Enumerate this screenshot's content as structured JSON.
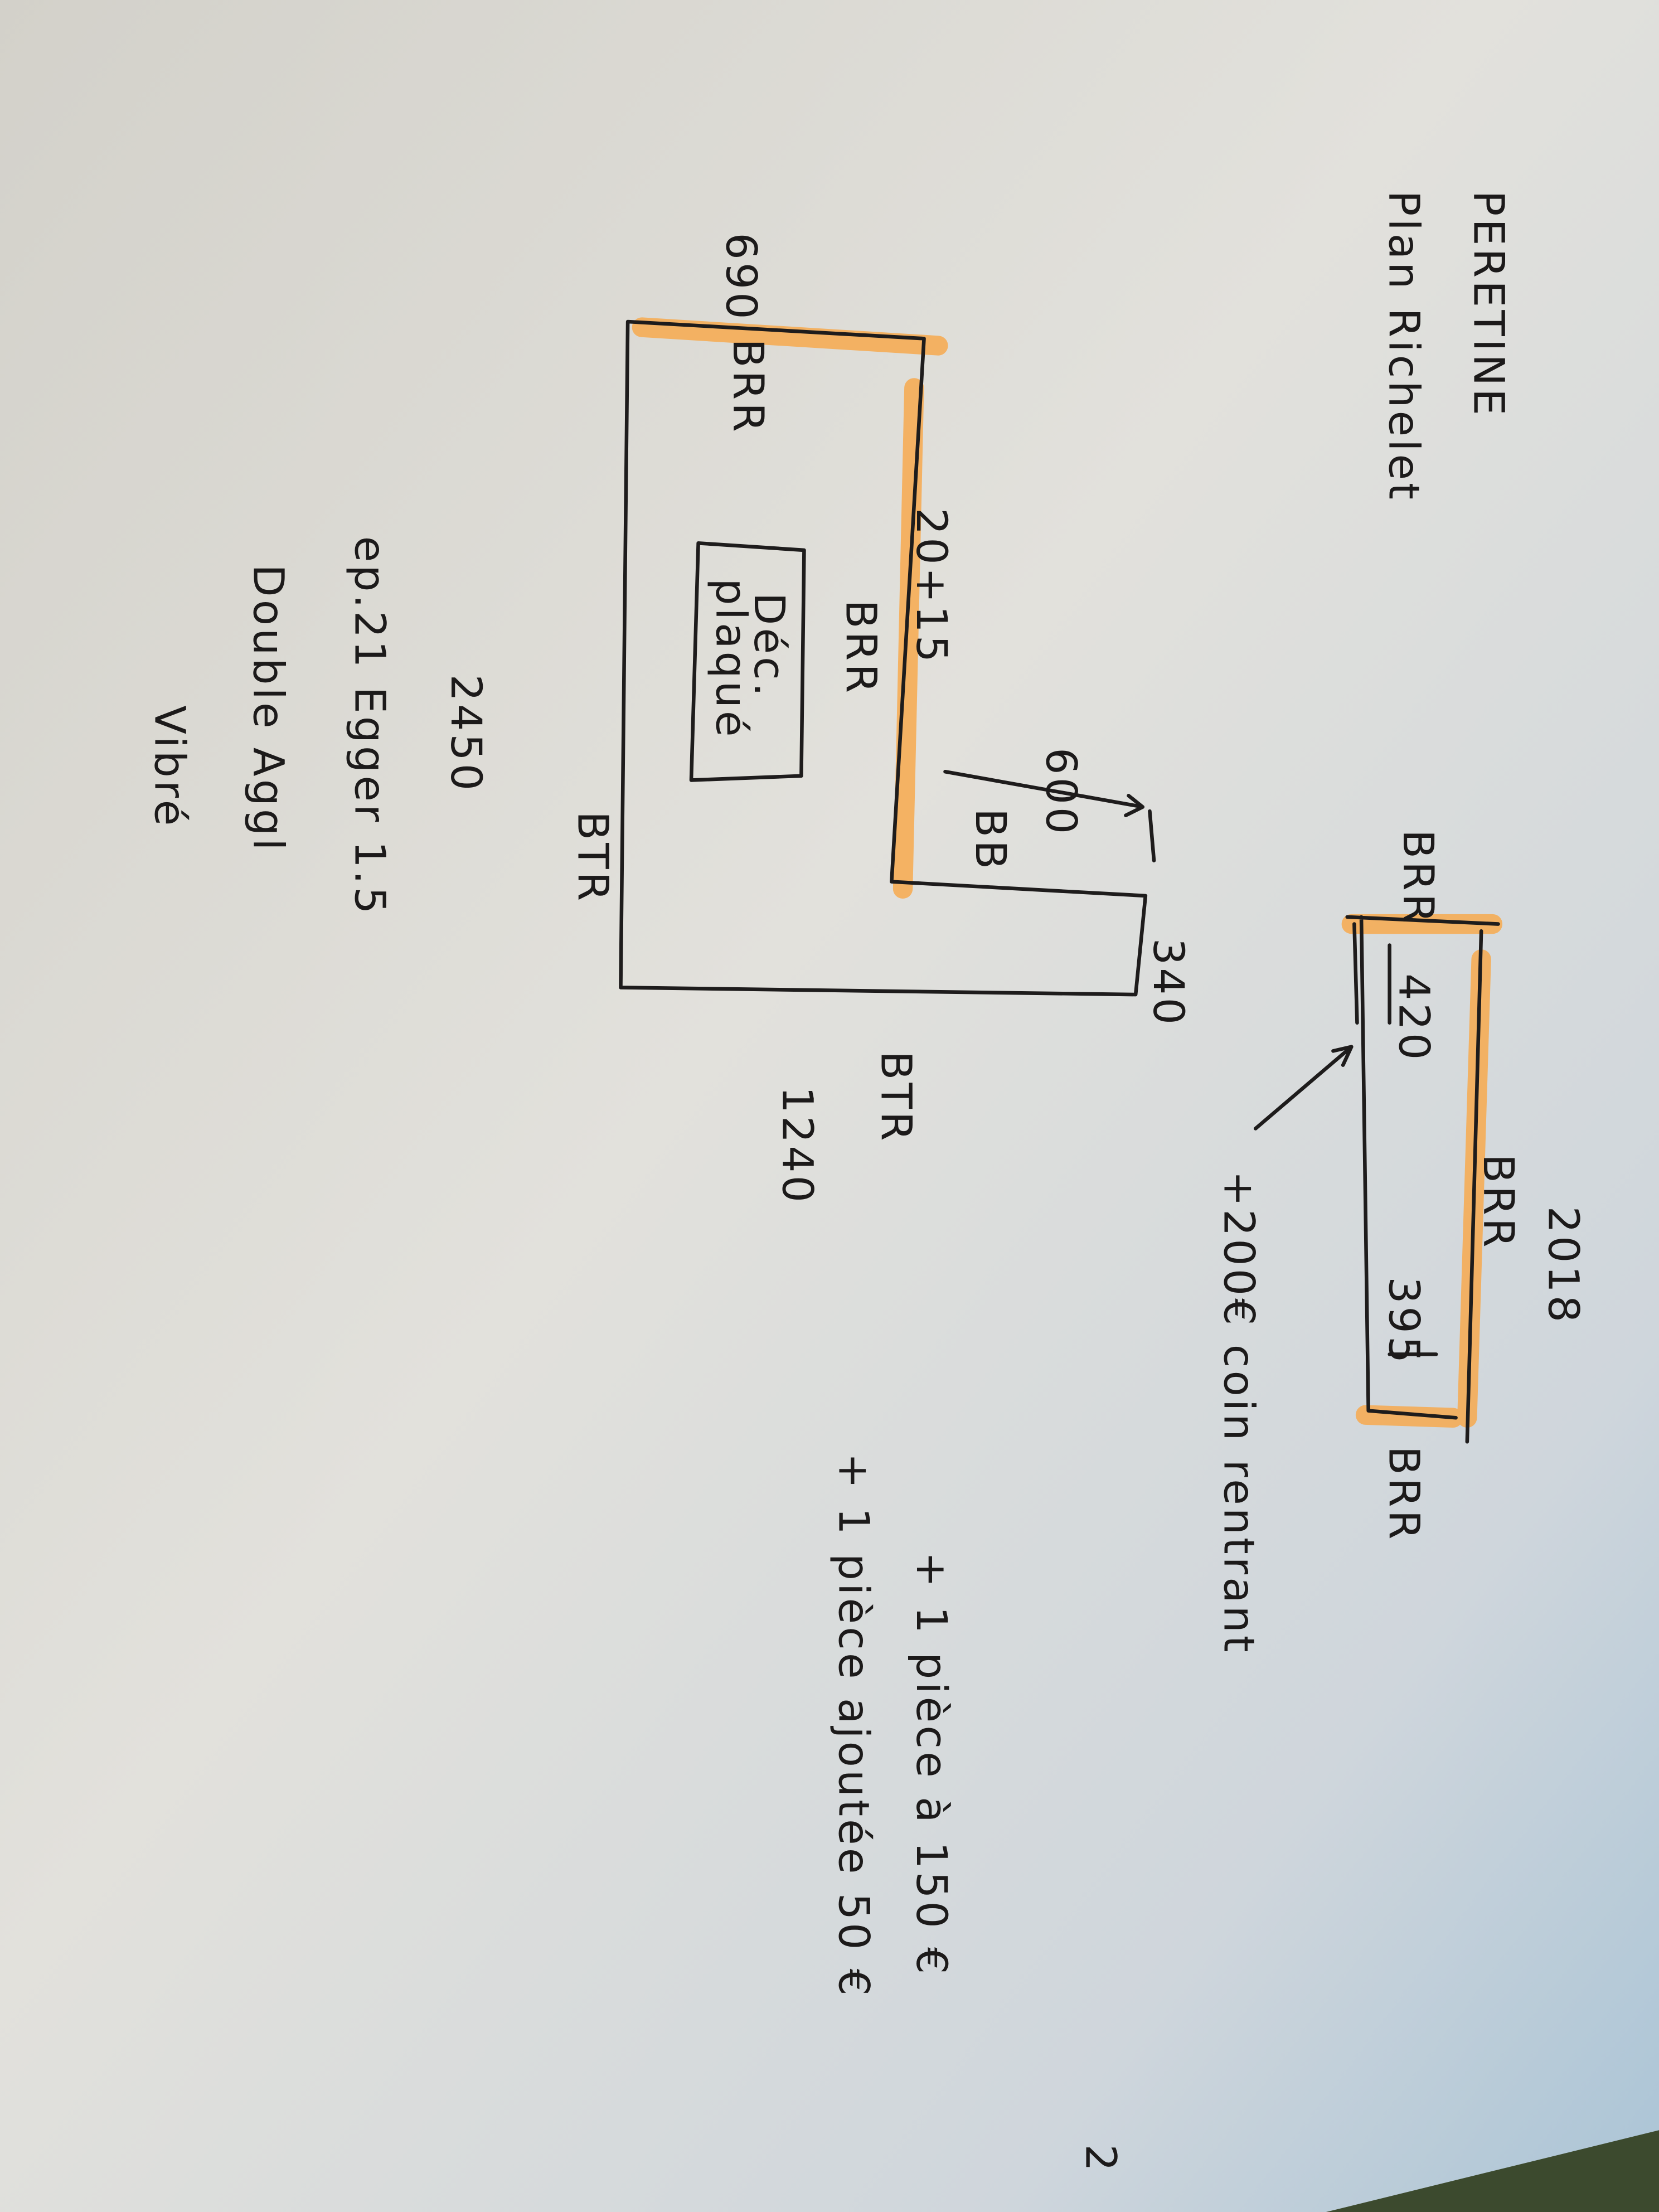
{
  "header": {
    "title": "PERETINE",
    "subtitle": "Plan Richelet"
  },
  "small_plan": {
    "year": "2018",
    "edge_top": "BRR",
    "edge_side": "BRR",
    "edge_bottom": "BRR",
    "depth": "420",
    "depth_end": "395",
    "corner_note": "+200€ coin rentrant"
  },
  "main_plan": {
    "corner_dim": "690",
    "edge_top": "BRR",
    "edge_inner": "BRR",
    "inner_dim": "20+15",
    "cutout_label_1": "Déc.",
    "cutout_label_2": "plaqué",
    "return_depth": "600",
    "return_edge": "BB",
    "return_end": "340",
    "edge_left_bottom": "BTR",
    "edge_bottom": "BTR",
    "length_short": "1240",
    "length_long": "2450"
  },
  "notes": {
    "spec_line_1": "ep.21 Egger 1.5",
    "spec_line_2": "Double Aggl",
    "spec_line_3": "Vibré",
    "extra_1": "+ 1 pièce à 150 €",
    "extra_2": "+ 1 pièce ajoutée 50 €"
  },
  "page_number": "2",
  "colors": {
    "highlighter": "#f7a94d",
    "ink": "#1e1c1c",
    "paper": "#dcdbd5"
  }
}
